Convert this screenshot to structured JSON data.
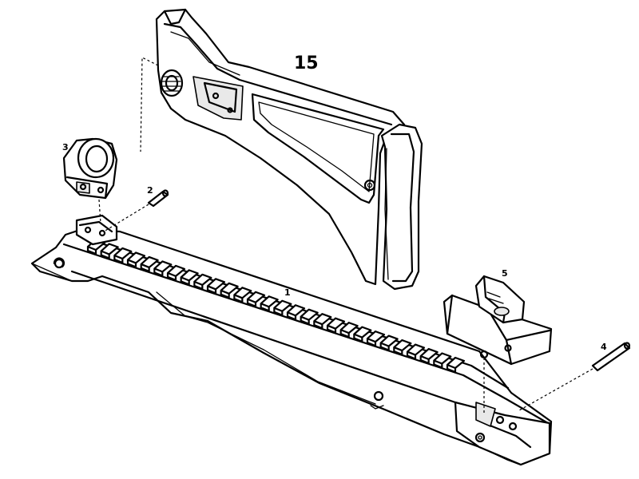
{
  "labels": {
    "stock": "15",
    "rail": "1",
    "pin_small": "2",
    "front_sight": "3",
    "pin_long": "4",
    "rear_sight": "5"
  },
  "parts": [
    {
      "id": "15",
      "name": "folding-stock"
    },
    {
      "id": "1",
      "name": "picatinny-rail"
    },
    {
      "id": "2",
      "name": "pin"
    },
    {
      "id": "3",
      "name": "front-sight"
    },
    {
      "id": "4",
      "name": "pin"
    },
    {
      "id": "5",
      "name": "rear-sight"
    }
  ],
  "colors": {
    "line": "#000000",
    "background": "#ffffff"
  }
}
